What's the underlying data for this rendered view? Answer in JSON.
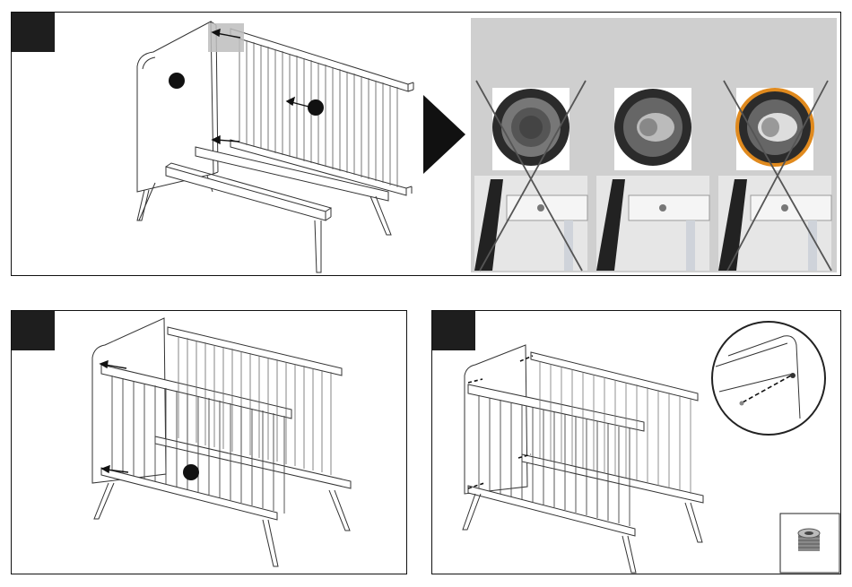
{
  "steps": [
    {
      "id": "step-a",
      "label": ""
    },
    {
      "id": "step-b",
      "label": ""
    },
    {
      "id": "step-c",
      "label": ""
    }
  ],
  "orientation_check": {
    "options": [
      {
        "state": "wrong",
        "crossed": true
      },
      {
        "state": "correct",
        "crossed": false
      },
      {
        "state": "wrong",
        "crossed": true
      }
    ],
    "colors": {
      "background": "#cfcfcf",
      "cross": "#555555",
      "highlight": "#e08a1e",
      "dark_fill": "#2b2b2b"
    }
  },
  "icons": [
    "pointer-dot-icon",
    "arrow-left-icon",
    "direction-arrow-icon",
    "hardware-insert-icon",
    "magnifier-detail-icon"
  ]
}
